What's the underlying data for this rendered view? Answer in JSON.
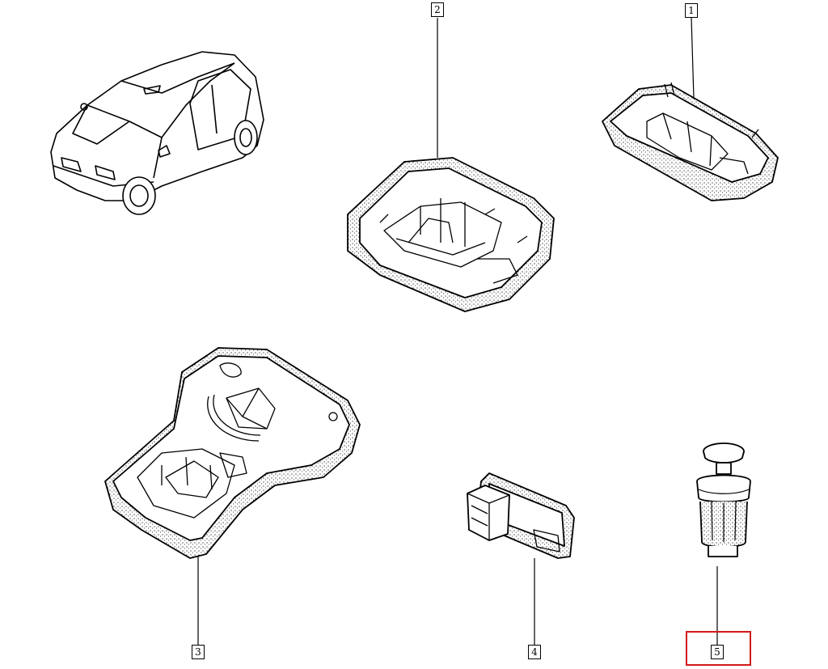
{
  "callouts": [
    {
      "id": "1",
      "label": "1"
    },
    {
      "id": "2",
      "label": "2"
    },
    {
      "id": "3",
      "label": "3"
    },
    {
      "id": "4",
      "label": "4"
    },
    {
      "id": "5",
      "label": "5"
    }
  ],
  "selected_callout": "5",
  "colors": {
    "line": "#000000",
    "stipple": "#000000",
    "highlight": "#d11a1a",
    "background": "#ffffff"
  },
  "icons": {
    "vehicle": "car-icon",
    "part_1": "lamp-housing-rear-icon",
    "part_2": "lamp-housing-front-icon",
    "part_3": "console-housing-icon",
    "part_4": "lamp-lens-icon",
    "part_5": "door-switch-icon"
  }
}
